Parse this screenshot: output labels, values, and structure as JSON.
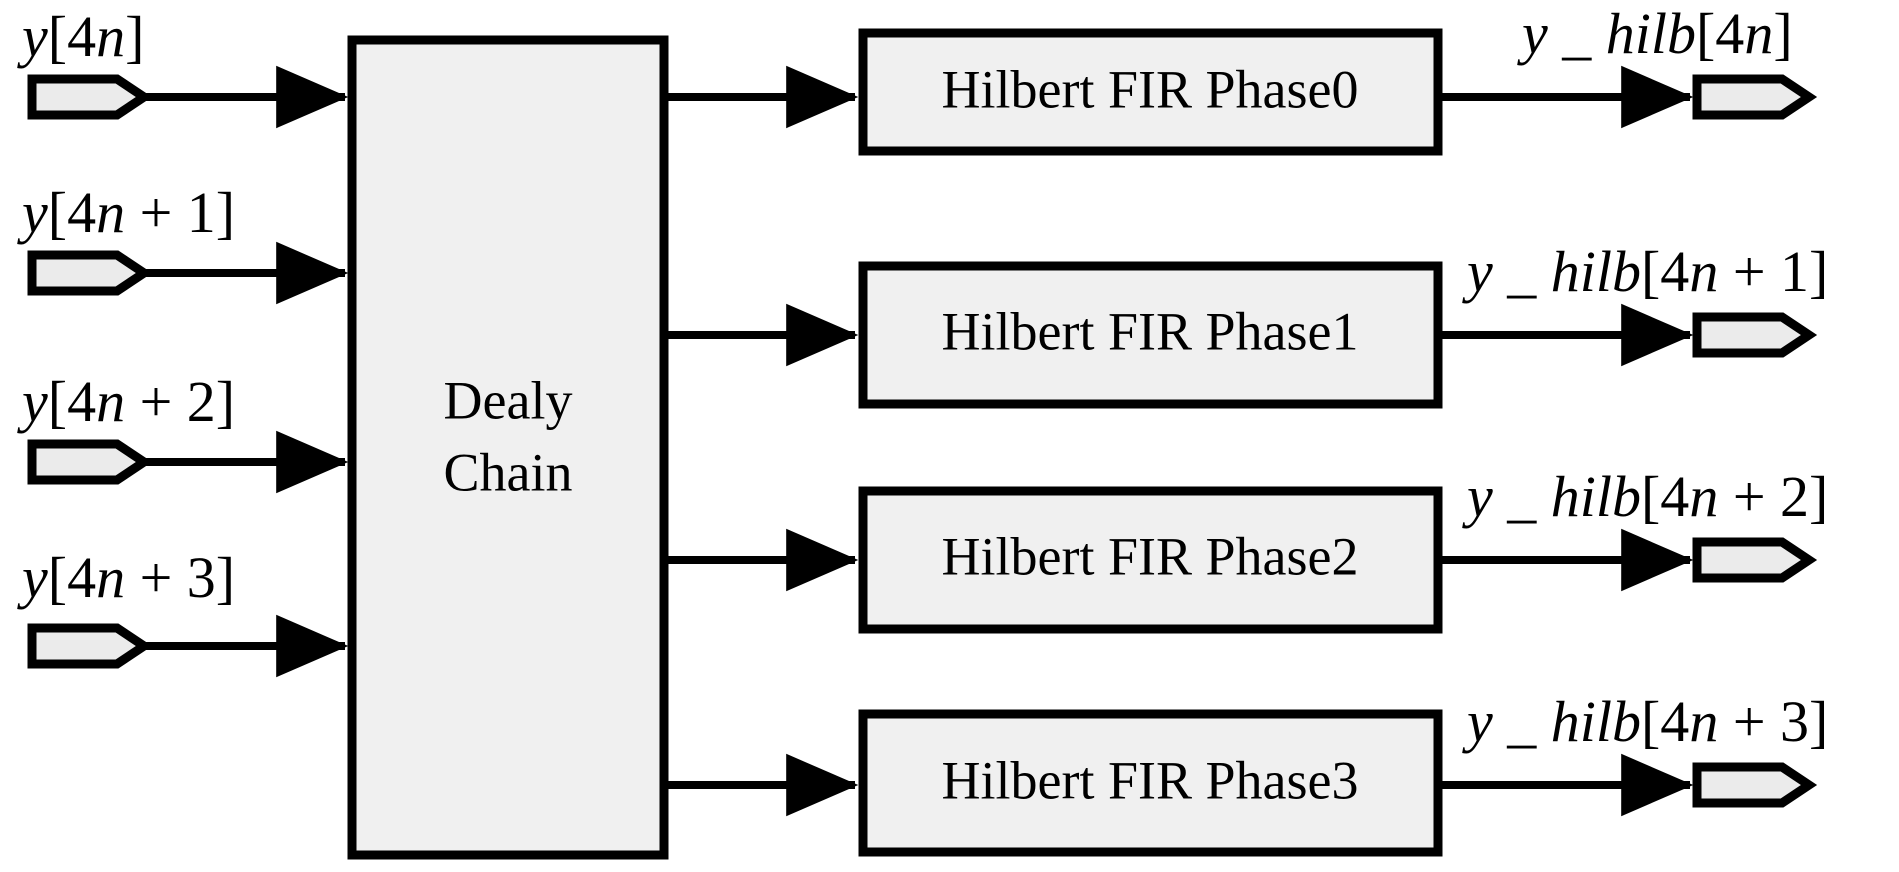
{
  "diagram": {
    "title": "Polyphase Hilbert FIR Filter Block Diagram",
    "background_color": "#ffffff",
    "line_color": "#000000",
    "block_fill_color": "#f0f0f0",
    "port_fill_color": "#ebebeb",
    "delay_block": {
      "label_line1": "Dealy",
      "label_line2": "Chain"
    },
    "filter_blocks": [
      {
        "label": "Hilbert FIR Phase0"
      },
      {
        "label": "Hilbert FIR Phase1"
      },
      {
        "label": "Hilbert FIR Phase2"
      },
      {
        "label": "Hilbert FIR Phase3"
      }
    ],
    "inputs": [
      {
        "label_italic_y": "y",
        "label_rest": "[4",
        "label_italic_n": "n",
        "label_tail": "]",
        "full": "y[4n]"
      },
      {
        "label_italic_y": "y",
        "label_rest": "[4",
        "label_italic_n": "n",
        "label_tail": " + 1]",
        "full": "y[4n + 1]"
      },
      {
        "label_italic_y": "y",
        "label_rest": "[4",
        "label_italic_n": "n",
        "label_tail": " + 2]",
        "full": "y[4n + 2]"
      },
      {
        "label_italic_y": "y",
        "label_rest": "[4",
        "label_italic_n": "n",
        "label_tail": " + 3]",
        "full": "y[4n + 3]"
      }
    ],
    "outputs": [
      {
        "label_italic_head": "y _ hilb",
        "label_rest": "[4",
        "label_italic_n": "n",
        "label_tail": "]",
        "full": "y_hilb[4n]"
      },
      {
        "label_italic_head": "y _ hilb",
        "label_rest": "[4",
        "label_italic_n": "n",
        "label_tail": " + 1]",
        "full": "y_hilb[4n + 1]"
      },
      {
        "label_italic_head": "y _ hilb",
        "label_rest": "[4",
        "label_italic_n": "n",
        "label_tail": " + 2]",
        "full": "y_hilb[4n + 2]"
      },
      {
        "label_italic_head": "y _ hilb",
        "label_rest": "[4",
        "label_italic_n": "n",
        "label_tail": " + 3]",
        "full": "y_hilb[4n + 3]"
      }
    ]
  }
}
